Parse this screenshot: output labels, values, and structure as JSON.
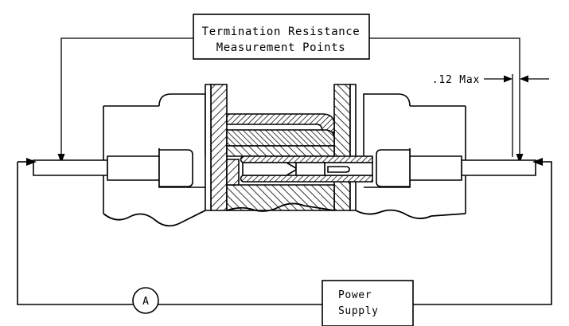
{
  "diagram": {
    "title_label": {
      "line1": "Termination Resistance",
      "line2": "Measurement Points"
    },
    "dimension": {
      "text": ".12 Max"
    },
    "power_supply": {
      "line1": "Power",
      "line2": "Supply"
    },
    "ammeter": {
      "symbol": "A"
    },
    "colors": {
      "line": "#000000",
      "background": "#ffffff"
    }
  }
}
